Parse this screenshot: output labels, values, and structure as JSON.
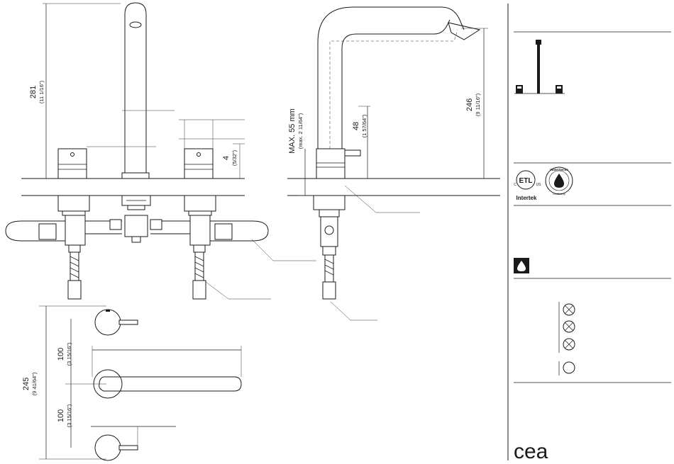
{
  "dimensions": {
    "spout_height": {
      "mm": "281",
      "inch": "(11 1/16\")"
    },
    "handle_height": {
      "mm": "4",
      "inch": "(5/32\")"
    },
    "deck_thickness": {
      "mm": "MAX. 55 mm",
      "inch": "(max. 2 11/64\")"
    },
    "base_height": {
      "mm": "48",
      "inch": "(1 57/64\")"
    },
    "spout_reach_height": {
      "mm": "246",
      "inch": "(9 11/16\")"
    },
    "handle_spacing_top": {
      "mm": "100",
      "inch": "(3 15/16\")"
    },
    "handle_spacing_bottom": {
      "mm": "100",
      "inch": "(3 15/16\")"
    },
    "overall_spread": {
      "mm": "245",
      "inch": "(9 41/64\")"
    }
  },
  "certifications": {
    "etl": {
      "letters": "ETL",
      "left_mark": "C",
      "right_mark": "US",
      "name": "Intertek"
    },
    "watersense": {
      "title": "WaterSense",
      "subtitle": "Certified by"
    }
  },
  "brand": {
    "logo": "cea"
  },
  "icons": {
    "product": "faucet-set-icon",
    "water_drop": "water-drop-icon",
    "cartridge_options": [
      "crossed-circle-icon",
      "crossed-circle-icon",
      "crossed-circle-icon",
      "circle-icon"
    ]
  },
  "colors": {
    "line": "#1a1a1a",
    "background": "#ffffff"
  }
}
